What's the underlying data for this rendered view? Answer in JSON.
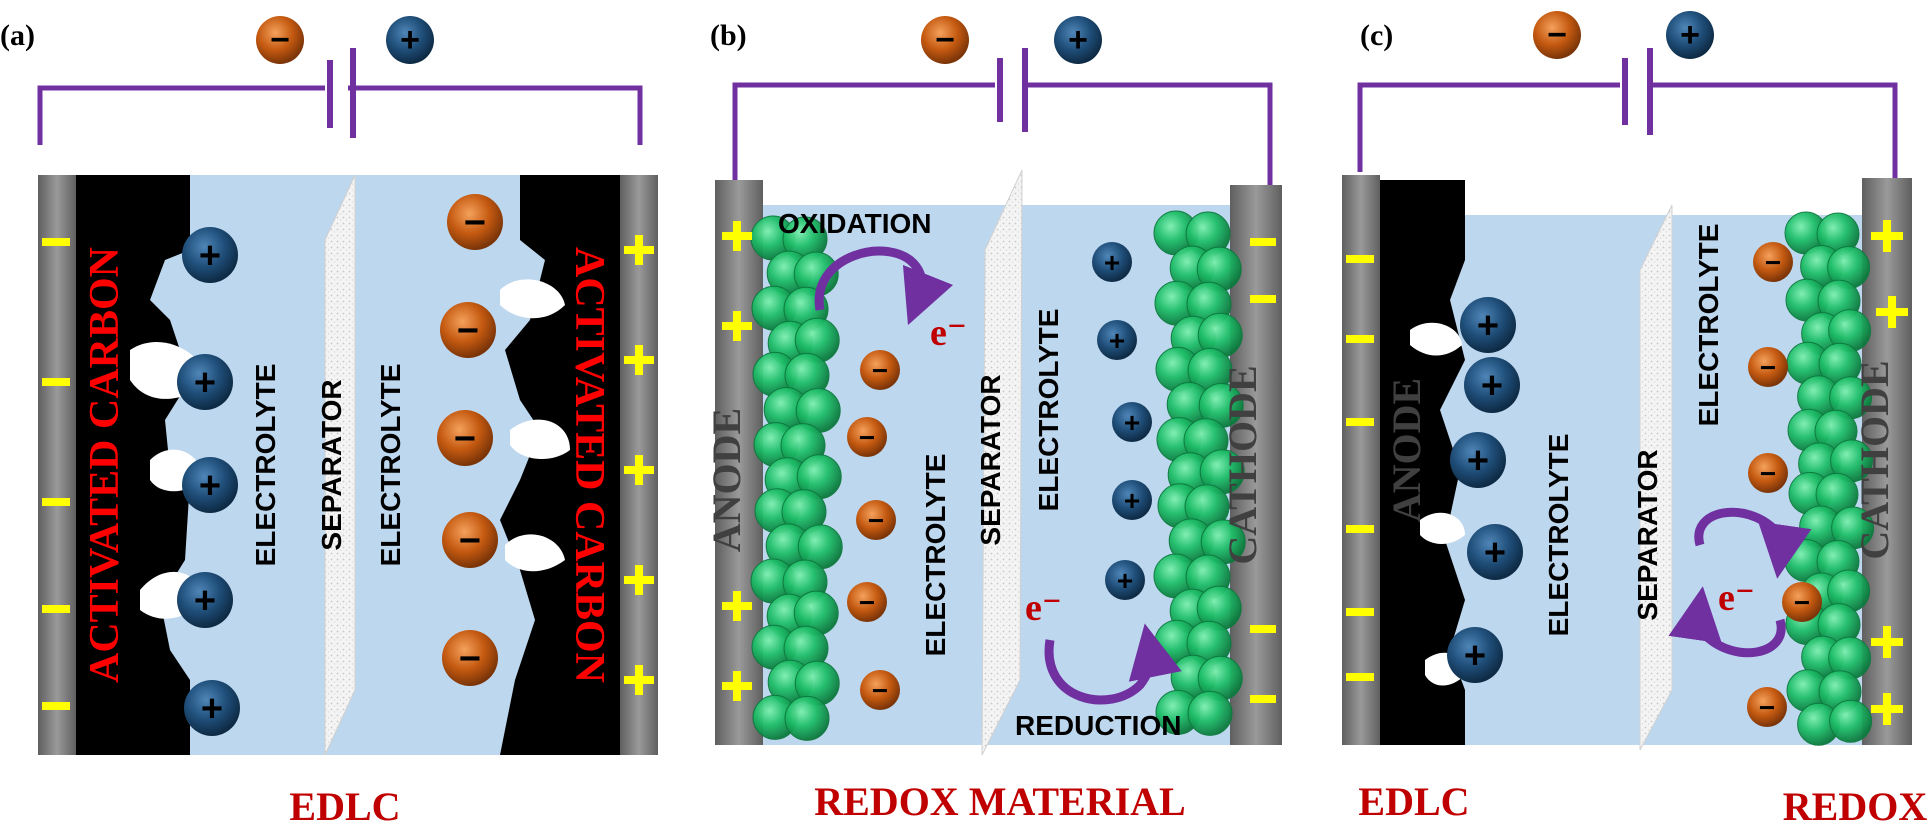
{
  "figure": {
    "panels": [
      {
        "id": "a",
        "label": "(a)",
        "left_electrode": "ACTIVATED CARBON",
        "right_electrode": "ACTIVATED CARBON",
        "left_electrolyte": "ELECTROLYTE",
        "separator": "SEPARATOR",
        "right_electrolyte": "ELECTROLYTE",
        "caption": "EDLC",
        "battery_minus": "−",
        "battery_plus": "+"
      },
      {
        "id": "b",
        "label": "(b)",
        "left_electrode": "ANODE",
        "right_electrode": "CATHODE",
        "left_electrolyte": "ELECTROLYTE",
        "separator": "SEPARATOR",
        "right_electrolyte": "ELECTROLYTE",
        "oxidation": "OXIDATION",
        "reduction": "REDUCTION",
        "electron_top": "e⁻",
        "electron_bottom": "e⁻",
        "caption": "REDOX MATERIAL",
        "battery_minus": "−",
        "battery_plus": "+"
      },
      {
        "id": "c",
        "label": "(c)",
        "left_electrode": "ANODE",
        "right_electrode": "CATHODE",
        "left_electrolyte": "ELECTROLYTE",
        "separator": "SEPARATOR",
        "right_electrolyte": "ELECTROLYTE",
        "electron": "e⁻",
        "caption_left": "EDLC",
        "caption_right": "REDOX",
        "battery_minus": "−",
        "battery_plus": "+"
      }
    ],
    "ion_symbols": {
      "cation": "+",
      "anion": "−"
    },
    "colors": {
      "wire": "#7030a0",
      "electrolyte": "#bdd7ee",
      "collector": "#7f7f7f",
      "carbon": "#000000",
      "carbon_text": "#ff0000",
      "cation": "#1f4e79",
      "anion": "#c55a11",
      "charge_mark": "#ffff00",
      "redox_sphere": "#00b050",
      "caption": "#c00000",
      "arrow": "#7030a0"
    }
  }
}
